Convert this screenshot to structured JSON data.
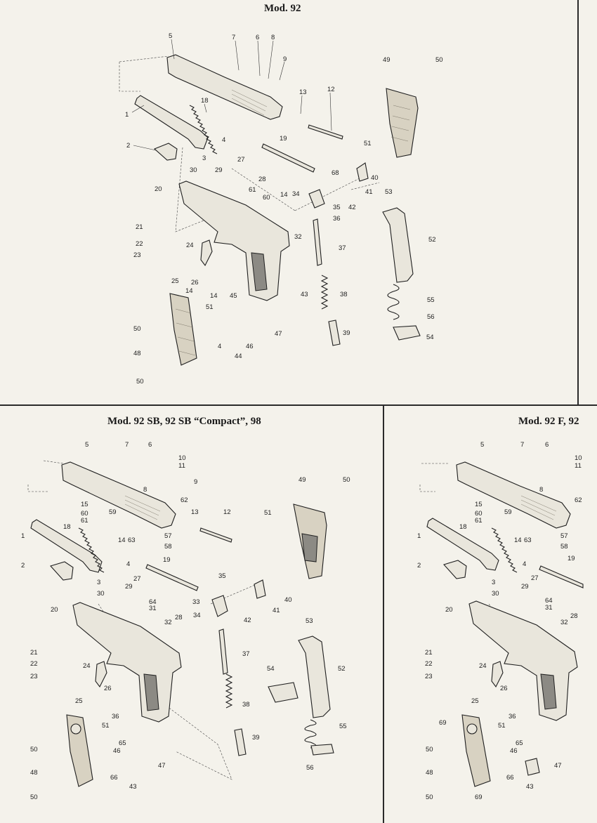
{
  "panels": {
    "top": {
      "title": "Mod. 92",
      "labels": [
        "1",
        "2",
        "3",
        "4",
        "4",
        "5",
        "7",
        "6",
        "8",
        "9",
        "13",
        "12",
        "14",
        "14",
        "18",
        "19",
        "20",
        "21",
        "22",
        "23",
        "24",
        "25",
        "26",
        "27",
        "28",
        "29",
        "30",
        "32",
        "34",
        "35",
        "36",
        "37",
        "38",
        "39",
        "40",
        "41",
        "42",
        "43",
        "44",
        "45",
        "46",
        "47",
        "48",
        "49",
        "50",
        "50",
        "50",
        "51",
        "51",
        "52",
        "53",
        "54",
        "55",
        "56",
        "60",
        "61",
        "68"
      ]
    },
    "bottom_left": {
      "title": "Mod. 92 SB, 92 SB “Compact”, 98",
      "labels": [
        "1",
        "2",
        "3",
        "4",
        "5",
        "7",
        "6",
        "8",
        "9",
        "10",
        "11",
        "12",
        "13",
        "14",
        "15",
        "18",
        "19",
        "20",
        "21",
        "22",
        "23",
        "24",
        "25",
        "26",
        "27",
        "28",
        "29",
        "30",
        "31",
        "32",
        "33",
        "34",
        "35",
        "36",
        "37",
        "38",
        "39",
        "40",
        "41",
        "42",
        "43",
        "46",
        "47",
        "48",
        "49",
        "50",
        "50",
        "50",
        "51",
        "51",
        "52",
        "53",
        "54",
        "55",
        "56",
        "57",
        "58",
        "59",
        "60",
        "61",
        "62",
        "63",
        "64",
        "65",
        "66"
      ]
    },
    "bottom_right": {
      "title": "Mod. 92 F, 92",
      "labels": [
        "1",
        "2",
        "3",
        "4",
        "5",
        "6",
        "7",
        "8",
        "10",
        "11",
        "14",
        "15",
        "18",
        "19",
        "20",
        "21",
        "22",
        "23",
        "24",
        "25",
        "26",
        "27",
        "28",
        "29",
        "30",
        "31",
        "32",
        "36",
        "43",
        "46",
        "47",
        "48",
        "50",
        "51",
        "57",
        "58",
        "59",
        "60",
        "61",
        "62",
        "63",
        "64",
        "65",
        "66",
        "69",
        "69"
      ]
    }
  }
}
